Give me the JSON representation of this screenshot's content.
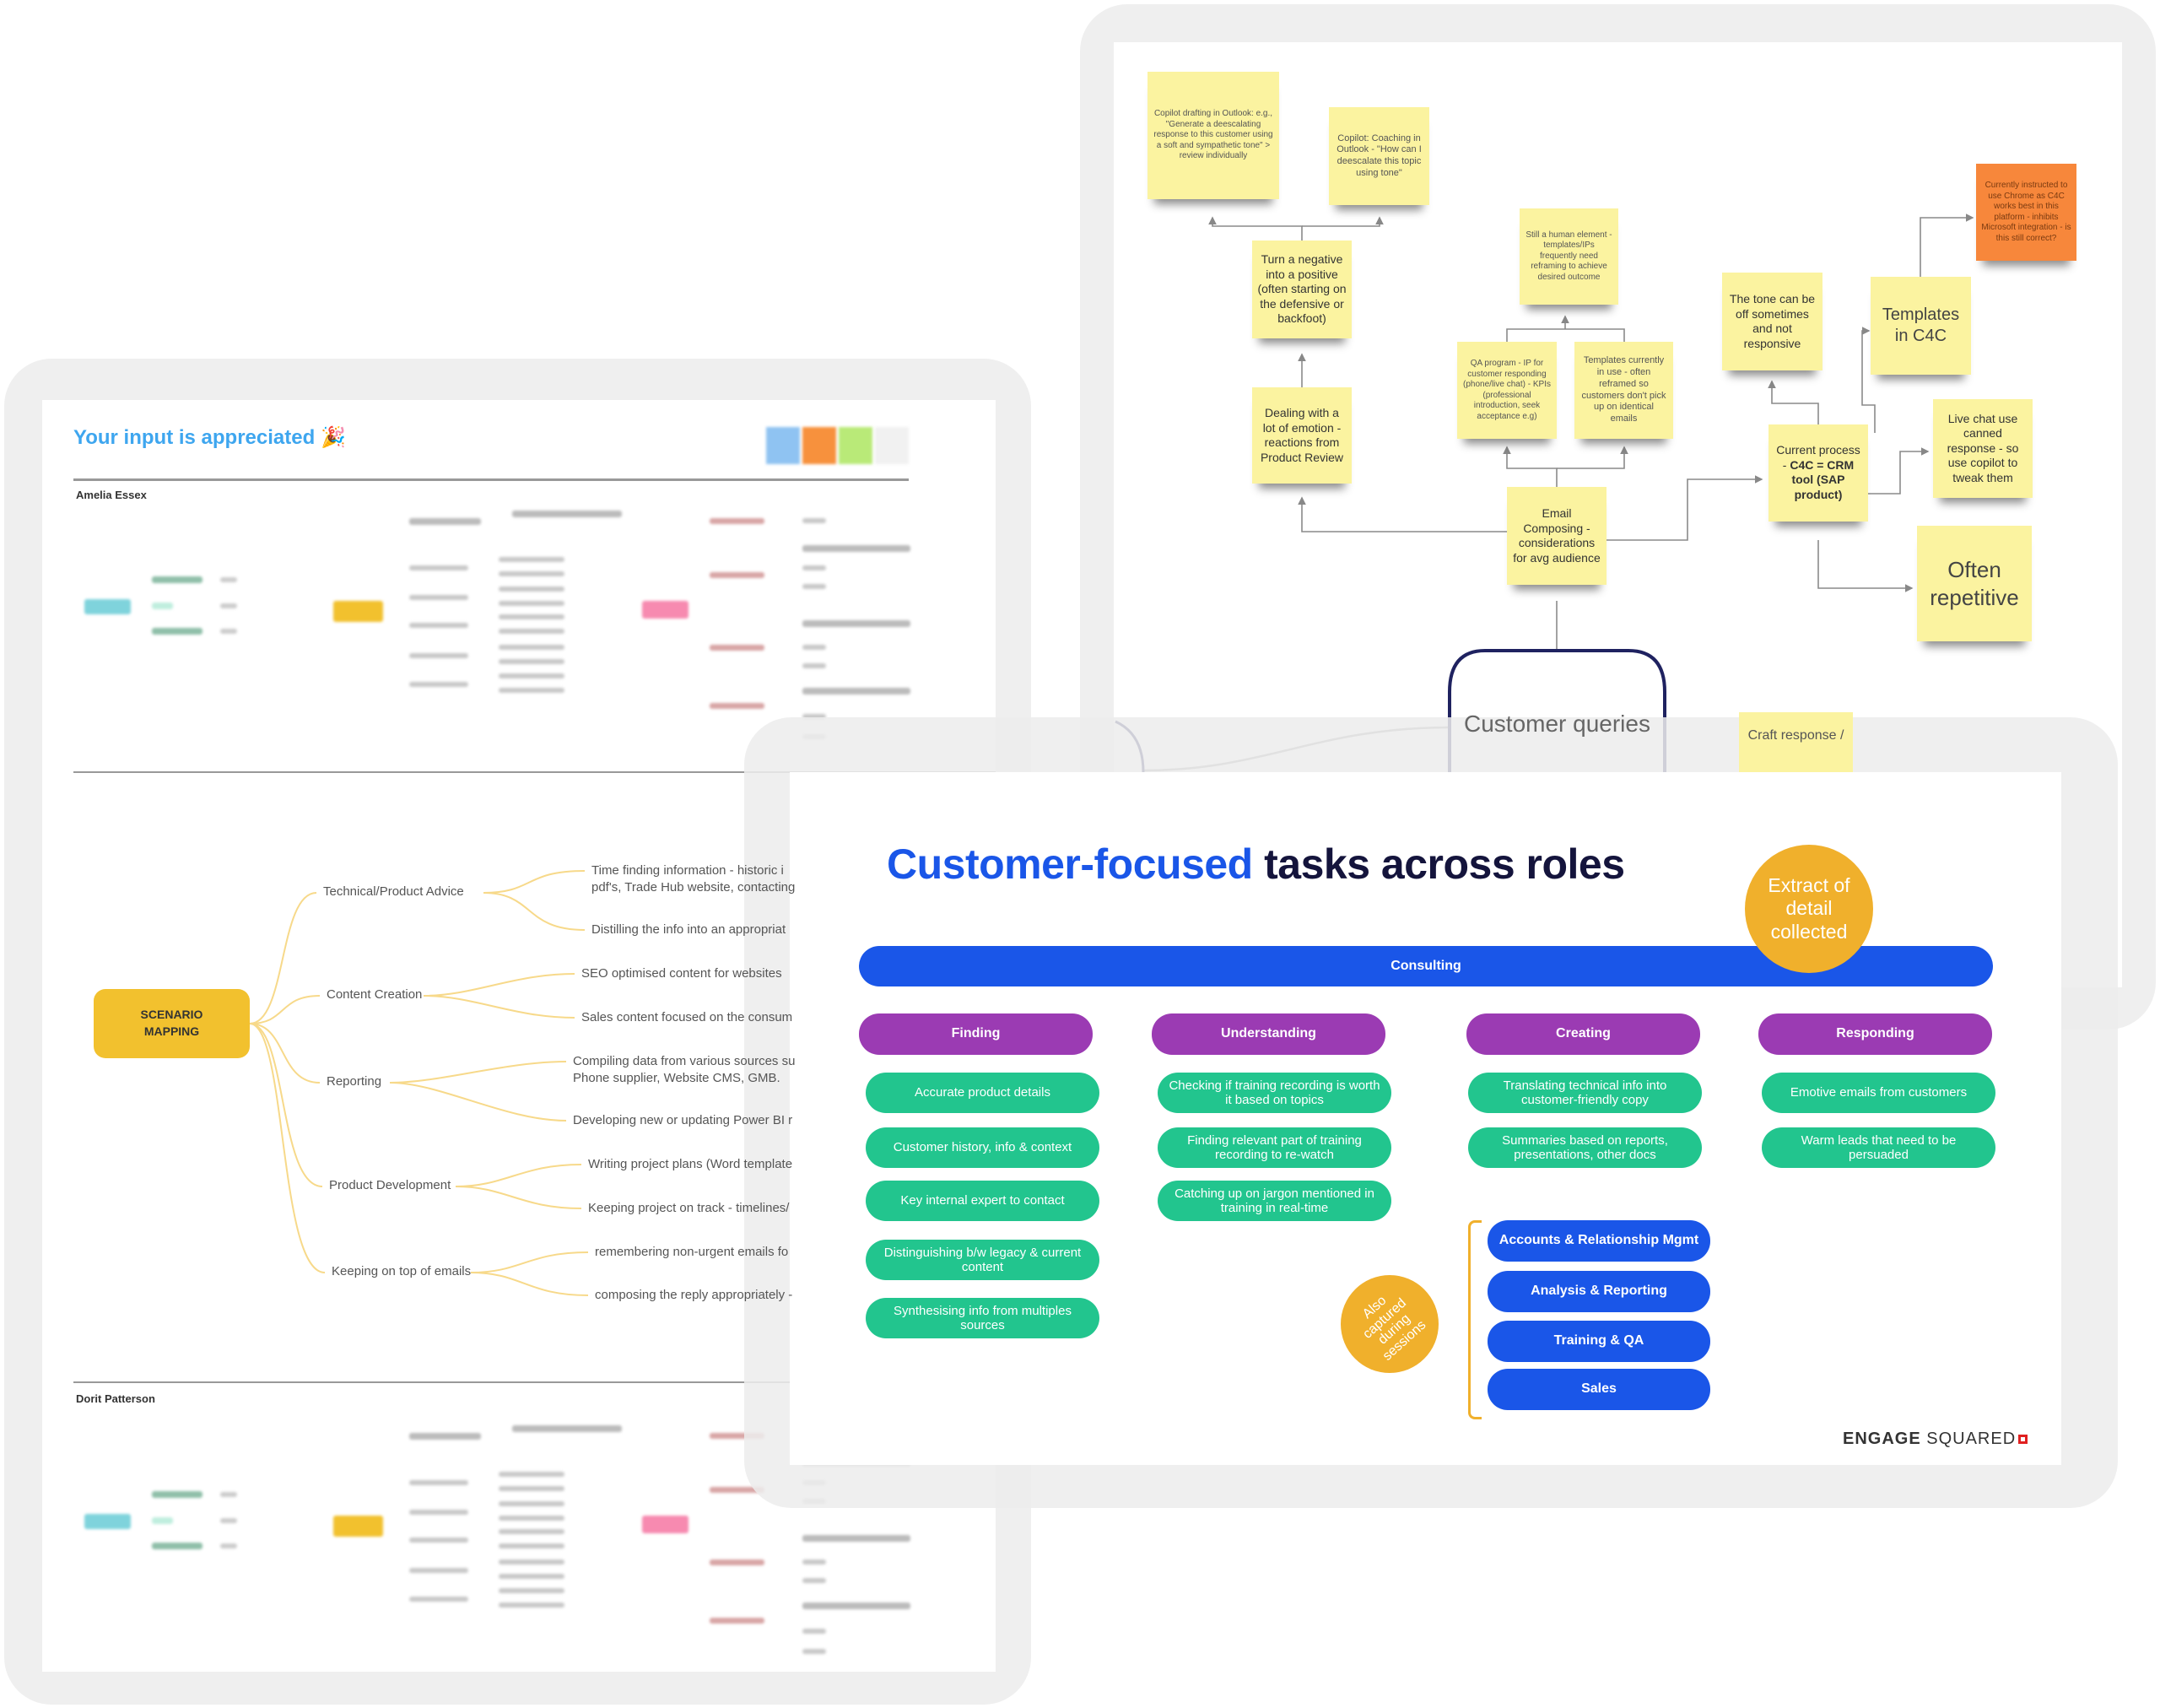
{
  "left_panel": {
    "title": "Your input is appreciated",
    "title_emoji": "🎉",
    "person_1": "Amelia Essex",
    "person_2": "Dorit Patterson",
    "scenario_mapping": {
      "center_line1": "SCENARIO",
      "center_line2": "MAPPING",
      "branches": [
        {
          "label": "Technical/Product Advice",
          "leaves": [
            "Time finding information - historic i\npdf's, Trade Hub website, contacting",
            "Distilling the info into an appropriat"
          ]
        },
        {
          "label": "Content Creation",
          "leaves": [
            "SEO optimised content for websites",
            "Sales content focused on the consum"
          ]
        },
        {
          "label": "Reporting",
          "leaves": [
            "Compiling data from various sources su\nPhone supplier, Website CMS, GMB.",
            "Developing new or updating Power BI r"
          ]
        },
        {
          "label": "Product Development",
          "leaves": [
            "Writing project plans (Word template",
            "Keeping project on track - timelines/"
          ]
        },
        {
          "label": "Keeping on top of emails",
          "leaves": [
            "remembering non-urgent emails fo",
            "composing the reply appropriately -"
          ]
        }
      ]
    }
  },
  "whiteboard": {
    "stickies": {
      "copilot_drafting": "Copilot drafting in Outlook: e.g., \"Generate a deescalating response to this customer using a soft and sympathetic tone\" > review individually",
      "copilot_coaching": "Copilot: Coaching in Outlook - \"How can I deescalate this topic using tone\"",
      "turn_negative": "Turn a negative into a positive (often starting on the defensive or backfoot)",
      "dealing_emotion": "Dealing with a lot of emotion - reactions from Product Review",
      "human_element": "Still a human element - templates/IPs frequently need reframing to achieve desired outcome",
      "qa_program": "QA program - IP for customer responding (phone/live chat) - KPIs (professional introduction, seek acceptance e.g)",
      "templates_in_use": "Templates currently in use - often reframed so customers don't pick up on identical emails",
      "email_composing": "Email Composing - considerations for avg audience",
      "tone_off": "The tone can be off sometimes and not responsive",
      "templates_c4c": "Templates in C4C",
      "chrome_instruction": "Currently instructed to use Chrome as C4C works best in this platform - inhibits Microsoft integration - is this still correct?",
      "current_process_lead": "Current process - ",
      "current_process_bold": "C4C = CRM tool (SAP product)",
      "live_chat": "Live chat use canned response - so use copilot to tweak them",
      "often_repetitive": "Often repetitive",
      "craft_response": "Craft response /"
    },
    "customer_queries": "Customer queries"
  },
  "slide": {
    "title_highlight": "Customer-focused",
    "title_rest": " tasks across roles",
    "extract_badge": "Extract of detail collected",
    "consulting": "Consulting",
    "columns": [
      {
        "header": "Finding",
        "items": [
          "Accurate product details",
          "Customer history, info & context",
          "Key internal expert to contact",
          "Distinguishing b/w legacy & current content",
          "Synthesising info from multiples sources"
        ]
      },
      {
        "header": "Understanding",
        "items": [
          "Checking if training recording is worth it based on topics",
          "Finding relevant part of training recording to re-watch",
          "Catching up on jargon mentioned in training in real-time"
        ]
      },
      {
        "header": "Creating",
        "items": [
          "Translating technical info into customer-friendly copy",
          "Summaries based on reports, presentations, other docs"
        ]
      },
      {
        "header": "Responding",
        "items": [
          "Emotive emails from customers",
          "Warm leads that need to be persuaded"
        ]
      }
    ],
    "also_captured": "Also captured during sessions",
    "roles": [
      "Accounts & Relationship Mgmt",
      "Analysis & Reporting",
      "Training & QA",
      "Sales"
    ],
    "logo_bold": "ENGAGE",
    "logo_light": "SQUARED",
    "colors": {
      "blue": "#1a56e8",
      "purple": "#9b3bb3",
      "green": "#22c58e",
      "amber": "#f0b02c",
      "navy": "#14143c"
    }
  }
}
